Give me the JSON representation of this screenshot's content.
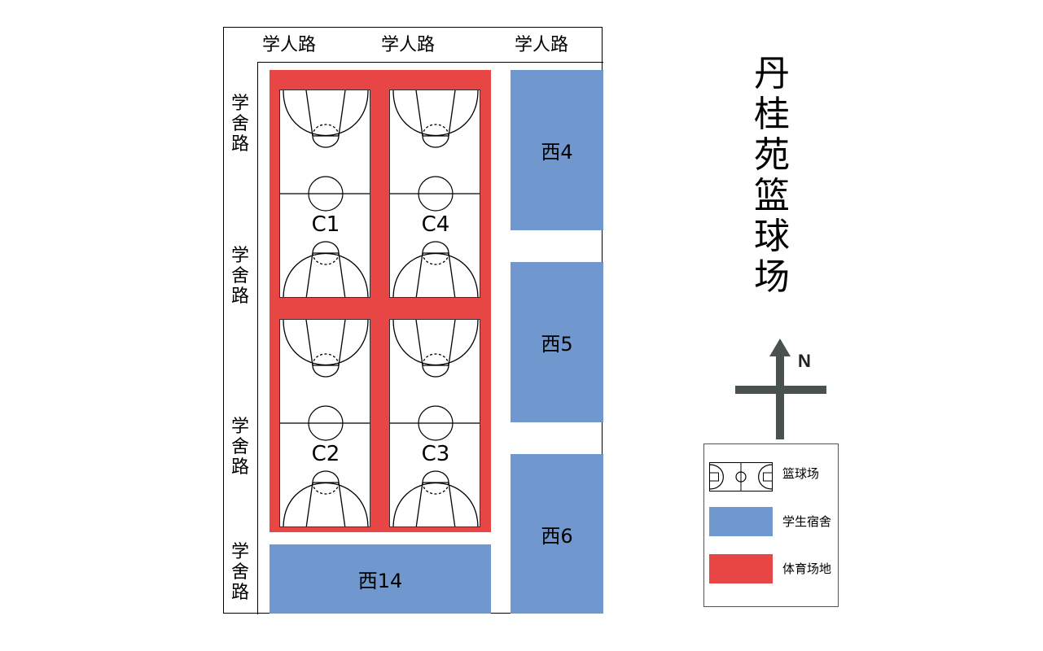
{
  "title": "丹桂苑篮球场",
  "title_chars": [
    "丹",
    "桂",
    "苑",
    "篮",
    "球",
    "场"
  ],
  "compass": {
    "north_label": "N"
  },
  "roads": {
    "top": [
      "学人路",
      "学人路",
      "学人路"
    ],
    "left": [
      [
        "学",
        "舍",
        "路"
      ],
      [
        "学",
        "舍",
        "路"
      ],
      [
        "学",
        "舍",
        "路"
      ],
      [
        "学",
        "舍",
        "路"
      ]
    ]
  },
  "courts": [
    {
      "id": "C1",
      "label": "C1"
    },
    {
      "id": "C4",
      "label": "C4"
    },
    {
      "id": "C2",
      "label": "C2"
    },
    {
      "id": "C3",
      "label": "C3"
    }
  ],
  "buildings": [
    {
      "id": "xi4",
      "label": "西4"
    },
    {
      "id": "xi5",
      "label": "西5"
    },
    {
      "id": "xi6",
      "label": "西6"
    },
    {
      "id": "xi14",
      "label": "西14"
    }
  ],
  "legend": [
    {
      "label": "篮球场",
      "kind": "court"
    },
    {
      "label": "学生宿舍",
      "kind": "dorm",
      "color": "#7098ce"
    },
    {
      "label": "体育场地",
      "kind": "sports",
      "color": "#e84645"
    }
  ],
  "colors": {
    "sports_area": "#e84645",
    "dorm": "#7098ce",
    "compass": "#4a524f"
  }
}
